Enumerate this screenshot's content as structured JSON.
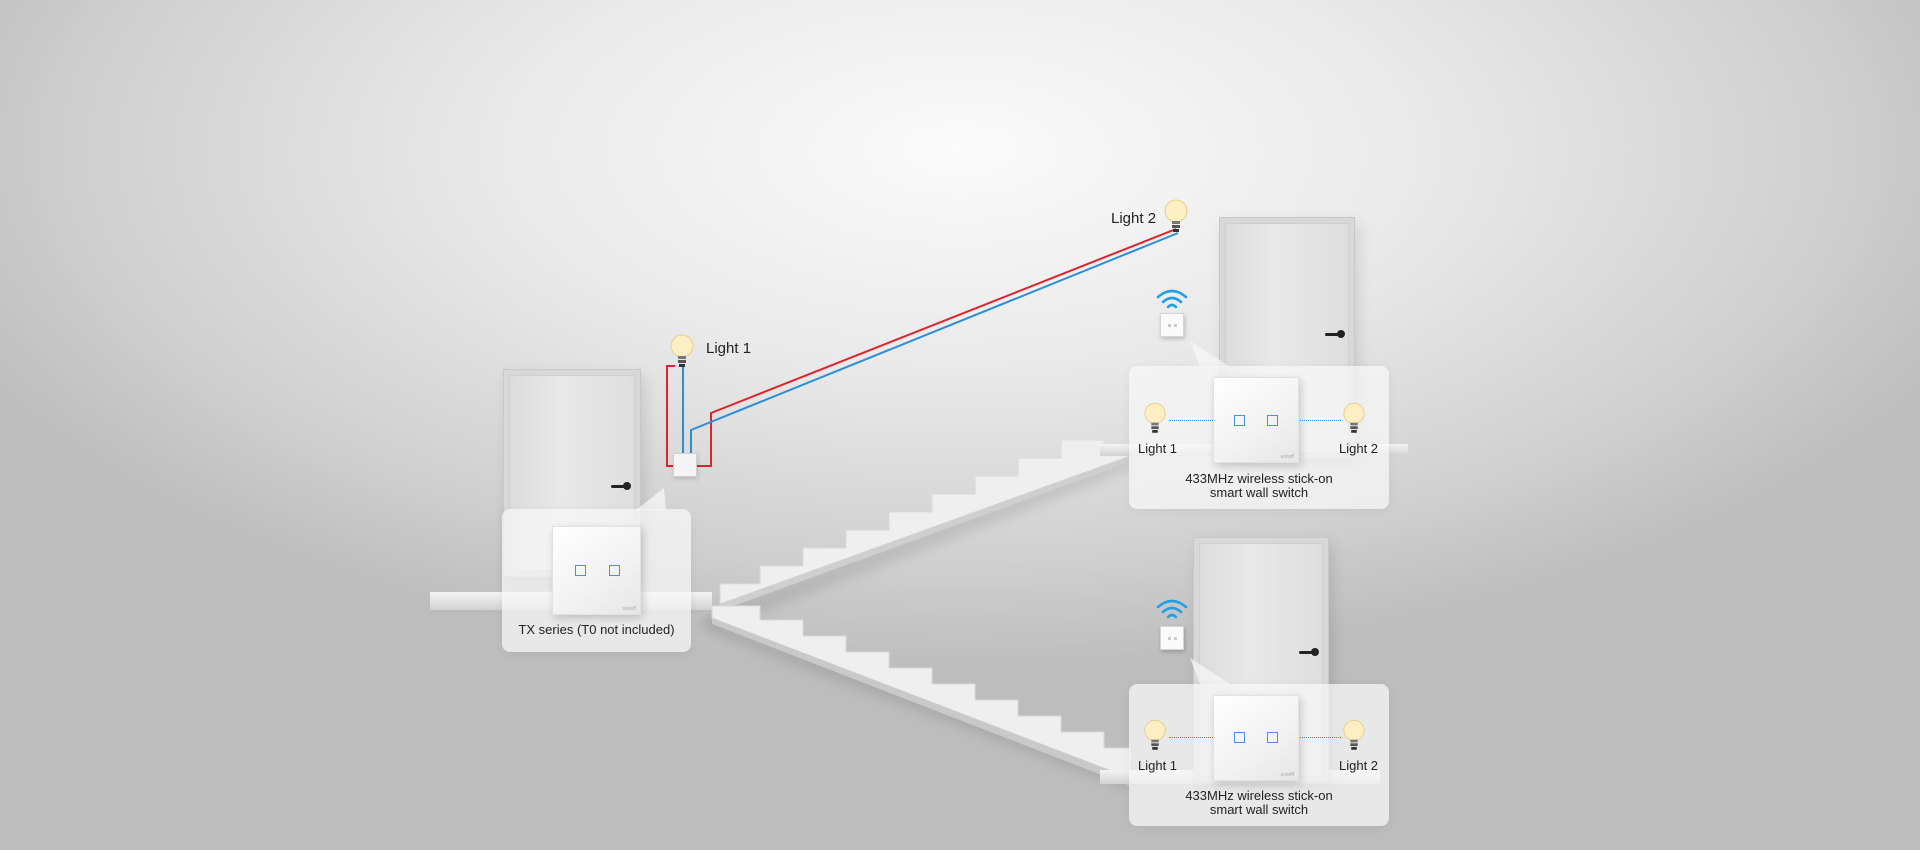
{
  "top": {
    "light1_label": "Light 1",
    "light2_label": "Light 2"
  },
  "tx_panel": {
    "caption": "TX series (T0 not included)",
    "brand": "sonoff"
  },
  "wireless_panel_upper": {
    "light1_label": "Light 1",
    "light2_label": "Light 2",
    "caption_line1": "433MHz wireless stick-on",
    "caption_line2": "smart wall switch",
    "brand": "sonoff"
  },
  "wireless_panel_lower": {
    "light1_label": "Light 1",
    "light2_label": "Light 2",
    "caption_line1": "433MHz wireless stick-on",
    "caption_line2": "smart wall switch",
    "brand": "sonoff"
  },
  "colors": {
    "live_wire": "#e0222a",
    "neutral_wire": "#2b8fd8",
    "wifi_icon": "#1fa0e6",
    "key_outline": "#4a90e2"
  },
  "icons": [
    "lightbulb-icon",
    "wifi-icon",
    "door-handle-icon"
  ]
}
